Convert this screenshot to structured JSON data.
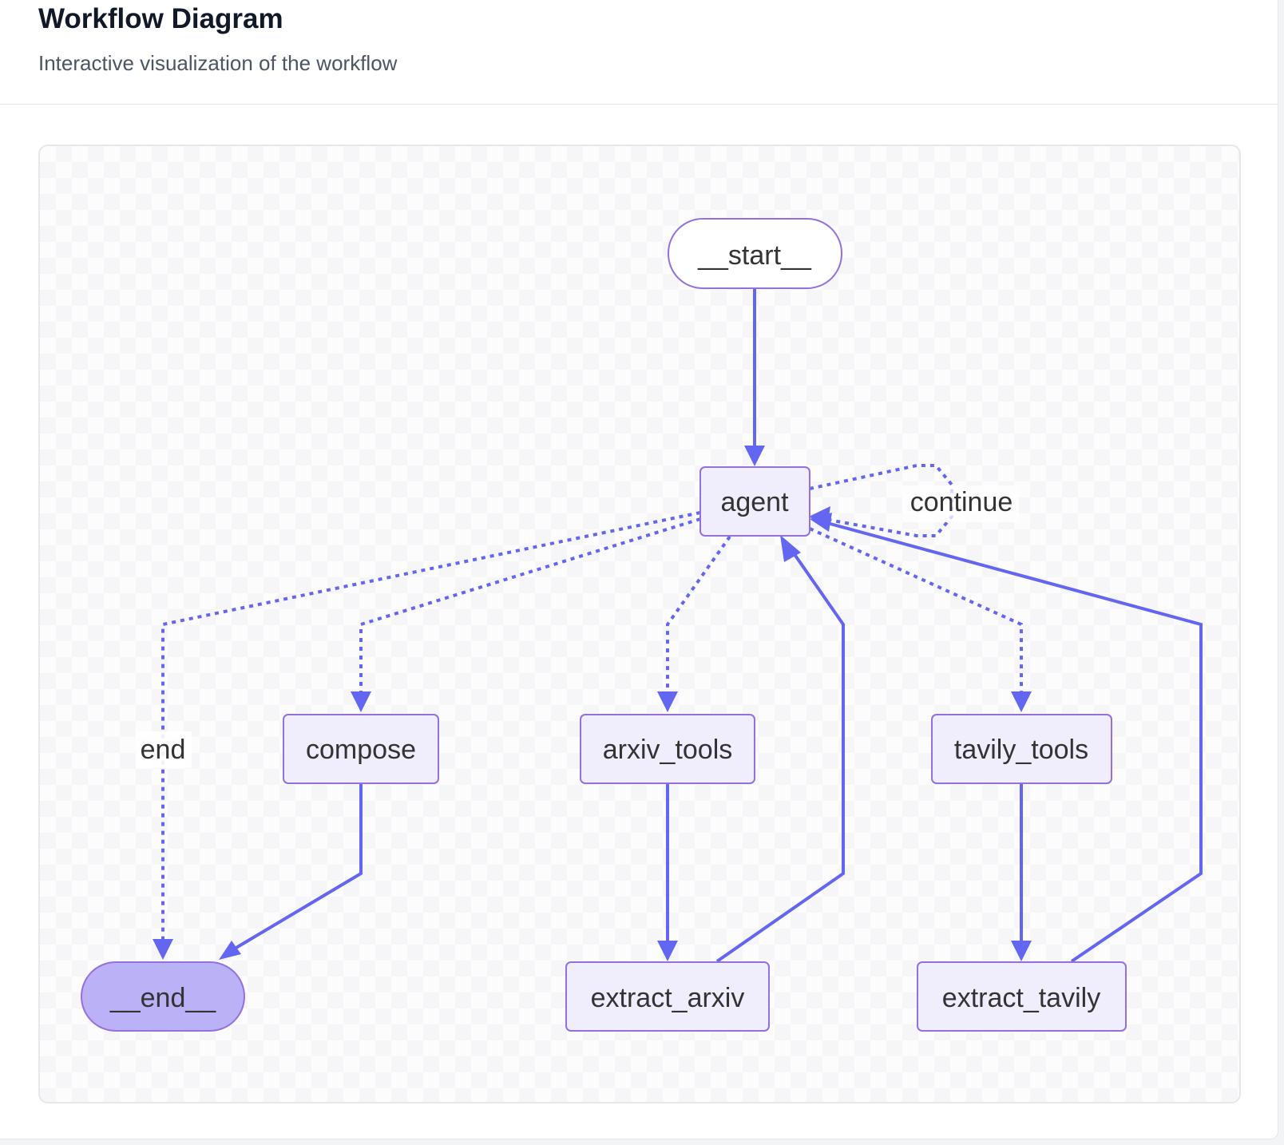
{
  "header": {
    "title": "Workflow Diagram",
    "subtitle": "Interactive visualization of the workflow"
  },
  "colors": {
    "edge": "#6366f1",
    "node_fill": "#f0edfc",
    "node_stroke": "#9370db",
    "end_fill": "#bbb1f7",
    "label_text": "#333333"
  },
  "diagram": {
    "nodes": {
      "start": "__start__",
      "agent": "agent",
      "compose": "compose",
      "arxiv_tools": "arxiv_tools",
      "tavily_tools": "tavily_tools",
      "end": "__end__",
      "extract_arxiv": "extract_arxiv",
      "extract_tavily": "extract_tavily"
    },
    "edge_labels": {
      "continue": "continue",
      "end": "end"
    },
    "edges": [
      {
        "from": "__start__",
        "to": "agent",
        "style": "solid"
      },
      {
        "from": "agent",
        "to": "agent",
        "style": "dashed",
        "label": "continue"
      },
      {
        "from": "agent",
        "to": "__end__",
        "style": "dashed",
        "label": "end"
      },
      {
        "from": "agent",
        "to": "compose",
        "style": "dashed"
      },
      {
        "from": "agent",
        "to": "arxiv_tools",
        "style": "dashed"
      },
      {
        "from": "agent",
        "to": "tavily_tools",
        "style": "dashed"
      },
      {
        "from": "compose",
        "to": "__end__",
        "style": "solid"
      },
      {
        "from": "arxiv_tools",
        "to": "extract_arxiv",
        "style": "solid"
      },
      {
        "from": "tavily_tools",
        "to": "extract_tavily",
        "style": "solid"
      },
      {
        "from": "extract_arxiv",
        "to": "agent",
        "style": "solid"
      },
      {
        "from": "extract_tavily",
        "to": "agent",
        "style": "solid"
      }
    ]
  }
}
